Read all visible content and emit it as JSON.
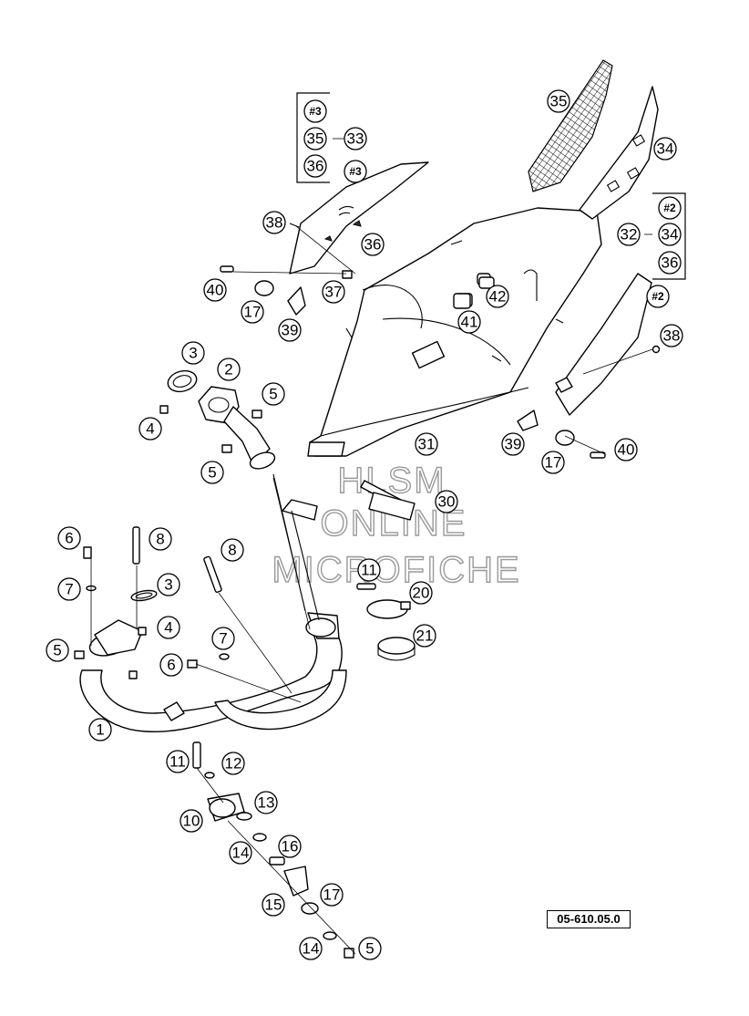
{
  "diagram": {
    "code": "05-610.05.0",
    "watermark": [
      "HLSM",
      "ONLINE",
      "MICROFICHE"
    ],
    "callouts": {
      "c1": "1",
      "c2": "2",
      "c3a": "3",
      "c3b": "3",
      "c4a": "4",
      "c4b": "4",
      "c5a": "5",
      "c5b": "5",
      "c5c": "5",
      "c5d": "5",
      "c6a": "6",
      "c6b": "6",
      "c7a": "7",
      "c7b": "7",
      "c8a": "8",
      "c8b": "8",
      "c10": "10",
      "c11a": "11",
      "c11b": "11",
      "c12": "12",
      "c13": "13",
      "c14a": "14",
      "c14b": "14",
      "c15": "15",
      "c16": "16",
      "c17a": "17",
      "c17b": "17",
      "c17c": "17",
      "c20": "20",
      "c21": "21",
      "c30": "30",
      "c31": "31",
      "c34": "34",
      "c35": "35",
      "c36": "36",
      "c37": "37",
      "c38a": "38",
      "c38b": "38",
      "c39a": "39",
      "c39b": "39",
      "c40a": "40",
      "c40b": "40",
      "c41": "41",
      "c42": "42",
      "c2ref": "#2"
    },
    "legend3": {
      "ref": "#3",
      "a": "35",
      "b": "33",
      "c": "36",
      "tag": "#3"
    },
    "legend2": {
      "ref": "#2",
      "a": "32",
      "b": "34",
      "c": "36"
    }
  }
}
